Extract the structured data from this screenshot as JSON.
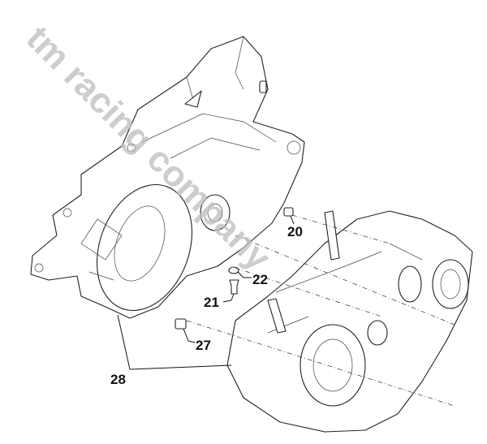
{
  "diagram": {
    "watermark": "tm racing company",
    "callouts": [
      {
        "id": "20",
        "label": "20"
      },
      {
        "id": "22",
        "label": "22"
      },
      {
        "id": "21",
        "label": "21"
      },
      {
        "id": "27",
        "label": "27"
      },
      {
        "id": "28",
        "label": "28"
      }
    ]
  }
}
